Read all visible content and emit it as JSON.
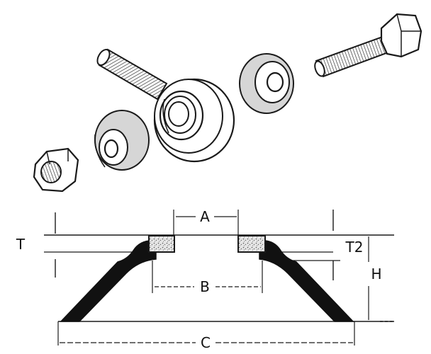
{
  "diagram": {
    "labels": {
      "A": "A",
      "B": "B",
      "C": "C",
      "T": "T",
      "T2": "T2",
      "H": "H"
    },
    "parts": [
      {
        "name": "rod-end-bolt-left"
      },
      {
        "name": "rod-end-eye"
      },
      {
        "name": "spacer-washer-left"
      },
      {
        "name": "spacer-washer-right"
      },
      {
        "name": "hex-nut"
      },
      {
        "name": "hex-bolt-right"
      }
    ],
    "colors": {
      "line": "#1a1a1a",
      "fill_gray": "#d6d6d6",
      "fill_black": "#111111",
      "background": "#ffffff"
    }
  }
}
